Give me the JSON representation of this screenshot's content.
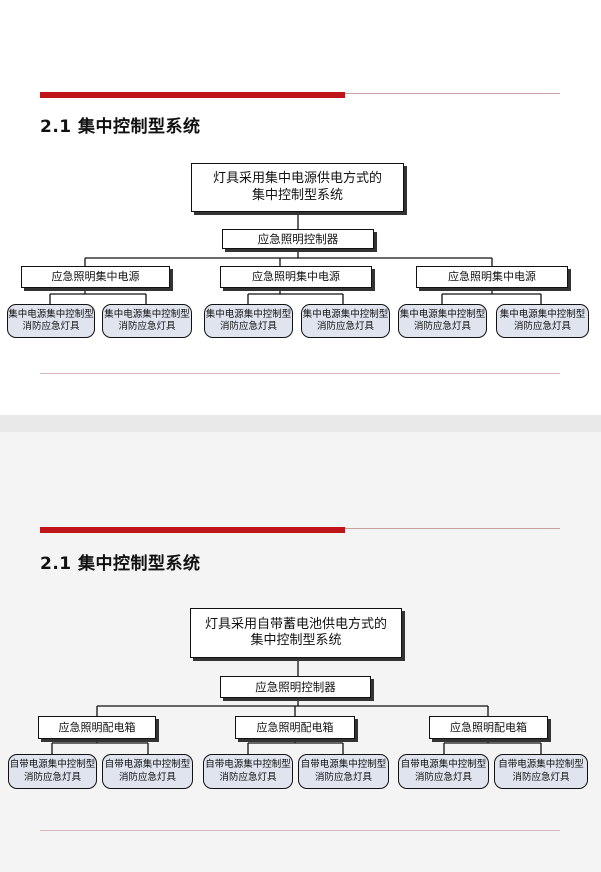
{
  "slides": [
    {
      "section_title": "2.1 集中控制型系统",
      "top_box": {
        "line1": "灯具采用集中电源供电方式的",
        "line2": "集中控制型系统"
      },
      "controller": "应急照明控制器",
      "groups": [
        {
          "label": "应急照明集中电源",
          "leaves": [
            {
              "line1": "集中电源集中控制型",
              "line2": "消防应急灯具"
            },
            {
              "line1": "集中电源集中控制型",
              "line2": "消防应急灯具"
            }
          ]
        },
        {
          "label": "应急照明集中电源",
          "leaves": [
            {
              "line1": "集中电源集中控制型",
              "line2": "消防应急灯具"
            },
            {
              "line1": "集中电源集中控制型",
              "line2": "消防应急灯具"
            }
          ]
        },
        {
          "label": "应急照明集中电源",
          "leaves": [
            {
              "line1": "集中电源集中控制型",
              "line2": "消防应急灯具"
            },
            {
              "line1": "集中电源集中控制型",
              "line2": "消防应急灯具"
            }
          ]
        }
      ]
    },
    {
      "section_title": "2.1 集中控制型系统",
      "top_box": {
        "line1": "灯具采用自带蓄电池供电方式的",
        "line2": "集中控制型系统"
      },
      "controller": "应急照明控制器",
      "groups": [
        {
          "label": "应急照明配电箱",
          "leaves": [
            {
              "line1": "自带电源集中控制型",
              "line2": "消防应急灯具"
            },
            {
              "line1": "自带电源集中控制型",
              "line2": "消防应急灯具"
            }
          ]
        },
        {
          "label": "应急照明配电箱",
          "leaves": [
            {
              "line1": "自带电源集中控制型",
              "line2": "消防应急灯具"
            },
            {
              "line1": "自带电源集中控制型",
              "line2": "消防应急灯具"
            }
          ]
        },
        {
          "label": "应急照明配电箱",
          "leaves": [
            {
              "line1": "自带电源集中控制型",
              "line2": "消防应急灯具"
            },
            {
              "line1": "自带电源集中控制型",
              "line2": "消防应急灯具"
            }
          ]
        }
      ]
    }
  ]
}
